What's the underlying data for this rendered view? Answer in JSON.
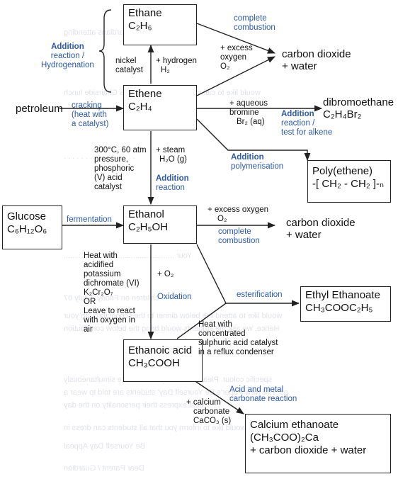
{
  "nodes": {
    "ethane": {
      "name": "Ethane",
      "formula": "C₂H₆"
    },
    "ethene": {
      "name": "Ethene",
      "formula": "C₂H₄"
    },
    "ethanol": {
      "name": "Ethanol",
      "formula": "C₂H₅OH"
    },
    "glucose": {
      "name": "Glucose",
      "formula": "C₆H₁₂O₆"
    },
    "ethanoic_acid": {
      "name": "Ethanoic acid",
      "formula": "CH₃COOH"
    },
    "ethyl_ethanoate": {
      "name": "Ethyl Ethanoate",
      "formula": "CH₃COOC₂H₅"
    },
    "polyethene": {
      "name": "Poly(ethene)",
      "formula": "-[ CH₂ - CH₂ ]-ₙ"
    },
    "calcium_ethanoate": {
      "name": "Calcium ethanoate",
      "formula": "(CH₃COO)₂Ca",
      "extra": "+ carbon dioxide + water"
    }
  },
  "products": {
    "co2_top": [
      "carbon dioxide",
      "+ water"
    ],
    "co2_mid": [
      "carbon dioxide",
      "+ water"
    ],
    "dibromoethane": [
      "dibromoethane",
      "C₂H₄Br₂"
    ],
    "petroleum": "petroleum"
  },
  "labels": {
    "complete_combustion_top": [
      "complete",
      "combustion"
    ],
    "excess_oxygen_top": [
      "+ excess",
      "oxygen",
      "O₂"
    ],
    "addition_hydro_bold": "Addition",
    "addition_hydro_rest": [
      "reaction /",
      "Hydrogenation"
    ],
    "nickel_catalyst": [
      "nickel",
      "catalyst"
    ],
    "hydrogen": [
      "+ hydrogen",
      "H₂"
    ],
    "cracking": [
      "cracking",
      "(heat with",
      "a catalyst)"
    ],
    "aqueous_bromine": [
      "+ aqueous",
      "bromine",
      "Br₂ (aq)"
    ],
    "addition_bromine_bold": "Addition",
    "addition_bromine_rest": [
      "reaction /",
      "test for alkene"
    ],
    "steam_conditions": [
      "300°C, 60 atm",
      "pressure,",
      "phosphoric",
      "(V) acid",
      "catalyst"
    ],
    "steam": [
      "+ steam",
      "H₂O (g)"
    ],
    "addition_steam_bold": "Addition",
    "addition_steam_rest": "reaction",
    "addition_poly_bold": "Addition",
    "addition_poly_rest": "polymerisation",
    "fermentation": "fermentation",
    "excess_oxygen_mid": [
      "+ excess oxygen",
      "O₂"
    ],
    "complete_combustion_mid": [
      "complete",
      "combustion"
    ],
    "oxidation_conditions": [
      "Heat with",
      "acidified",
      "potassium",
      "dichromate (VI)",
      "K₂Cr₂O₇",
      "OR",
      "Leave to react",
      "with oxygen in",
      "air"
    ],
    "o2": "+ O₂",
    "oxidation": "Oxidation",
    "esterification": "esterification",
    "ester_conditions": [
      "Heat with",
      "concentrated",
      "sulphuric acid catalyst",
      "in a reflux condenser"
    ],
    "acid_metal": [
      "Acid and metal",
      "carbonate reaction"
    ],
    "calcium_carbonate": [
      "+ calcium",
      "carbonate",
      "CaCO₃ (s)"
    ]
  },
  "colors": {
    "accent": "#2d5aa8",
    "line": "#222222",
    "ghost_text": "#c9ccd4"
  }
}
